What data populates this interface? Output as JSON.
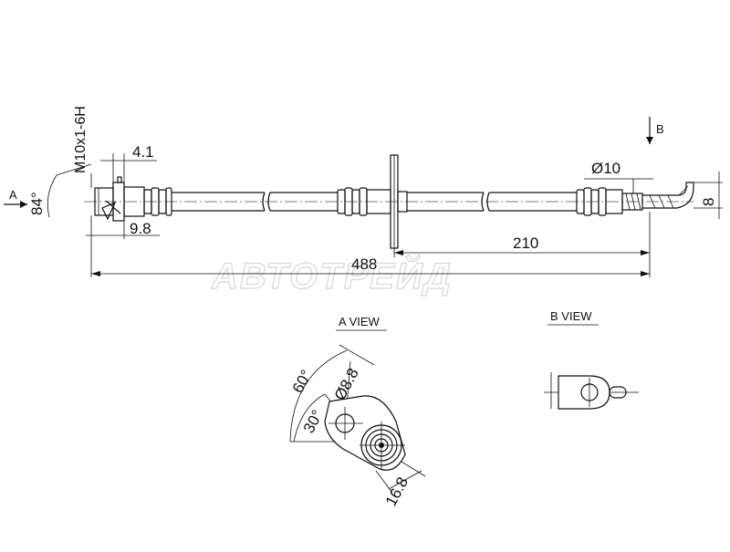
{
  "watermark": "АВТОТРЕЙД",
  "dimensions": {
    "thread": "M10x1-6H",
    "angle_a": "84°",
    "dim_4_1": "4.1",
    "dim_9_8": "9.8",
    "dim_d10": "Ø10",
    "dim_8": "8",
    "dim_210": "210",
    "dim_488": "488"
  },
  "view_arrows": {
    "a": "A",
    "b": "B"
  },
  "views": {
    "a_title": "A VIEW",
    "b_title": "B VIEW",
    "a_angle_60": "60°",
    "a_angle_30": "30°",
    "a_hole_d": "Ø8.8",
    "a_width": "16.8"
  }
}
